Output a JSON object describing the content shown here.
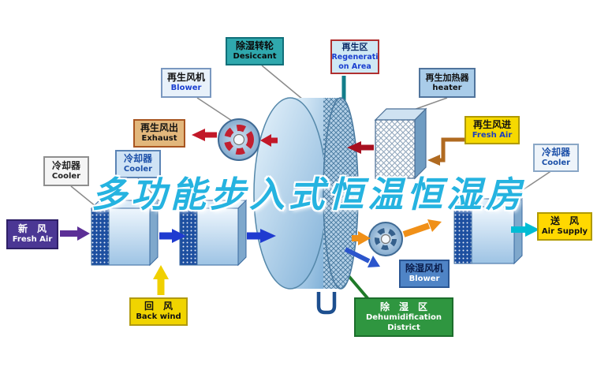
{
  "title": {
    "text": "多功能步入式恒温恒湿房"
  },
  "colors": {
    "title": "#25b3e0",
    "arrow_red": "#c21828",
    "arrow_dark_red": "#a81020",
    "arrow_blue": "#1f3bd0",
    "arrow_purple": "#5c2f96",
    "arrow_yellow": "#f0d000",
    "arrow_orange": "#f09018",
    "arrow_brown": "#b06a20",
    "arrow_cyan": "#00bcd4",
    "leader_green": "#1f7a28",
    "rotor_blue": "#8fb9dc",
    "box_dark_blue": "#1d4fa0"
  },
  "labels": {
    "cooler_left": {
      "line1": "冷却器",
      "line2": "Cooler"
    },
    "fresh_air_left": {
      "line1": "新　风",
      "line2": "Fresh Air"
    },
    "regen_blower": {
      "line1": "再生风机",
      "line2": "Blower"
    },
    "desiccant": {
      "line1": "除湿转轮",
      "line2": "Desiccant"
    },
    "regen_area": {
      "line1": "再生区",
      "line2": "Regenerati",
      "line3": "on Area"
    },
    "regen_heater": {
      "line1": "再生加热器",
      "line2": "heater"
    },
    "exhaust": {
      "line1": "再生风出",
      "line2": "Exhaust"
    },
    "cooler_mid": {
      "line1": "冷却器",
      "line2": "Cooler"
    },
    "regen_fresh_air": {
      "line1": "再生风进",
      "line2": "Fresh Air"
    },
    "cooler_right": {
      "line1": "冷却器",
      "line2": "Cooler"
    },
    "air_supply": {
      "line1": "送　风",
      "line2": "Air Supply"
    },
    "back_wind": {
      "line1": "回　风",
      "line2": "Back wind"
    },
    "dehum_blower": {
      "line1": "除湿风机",
      "line2": "Blower"
    },
    "dehum_district": {
      "line1": "除　湿　区",
      "line2": "Dehumidification",
      "line3": "District"
    }
  }
}
